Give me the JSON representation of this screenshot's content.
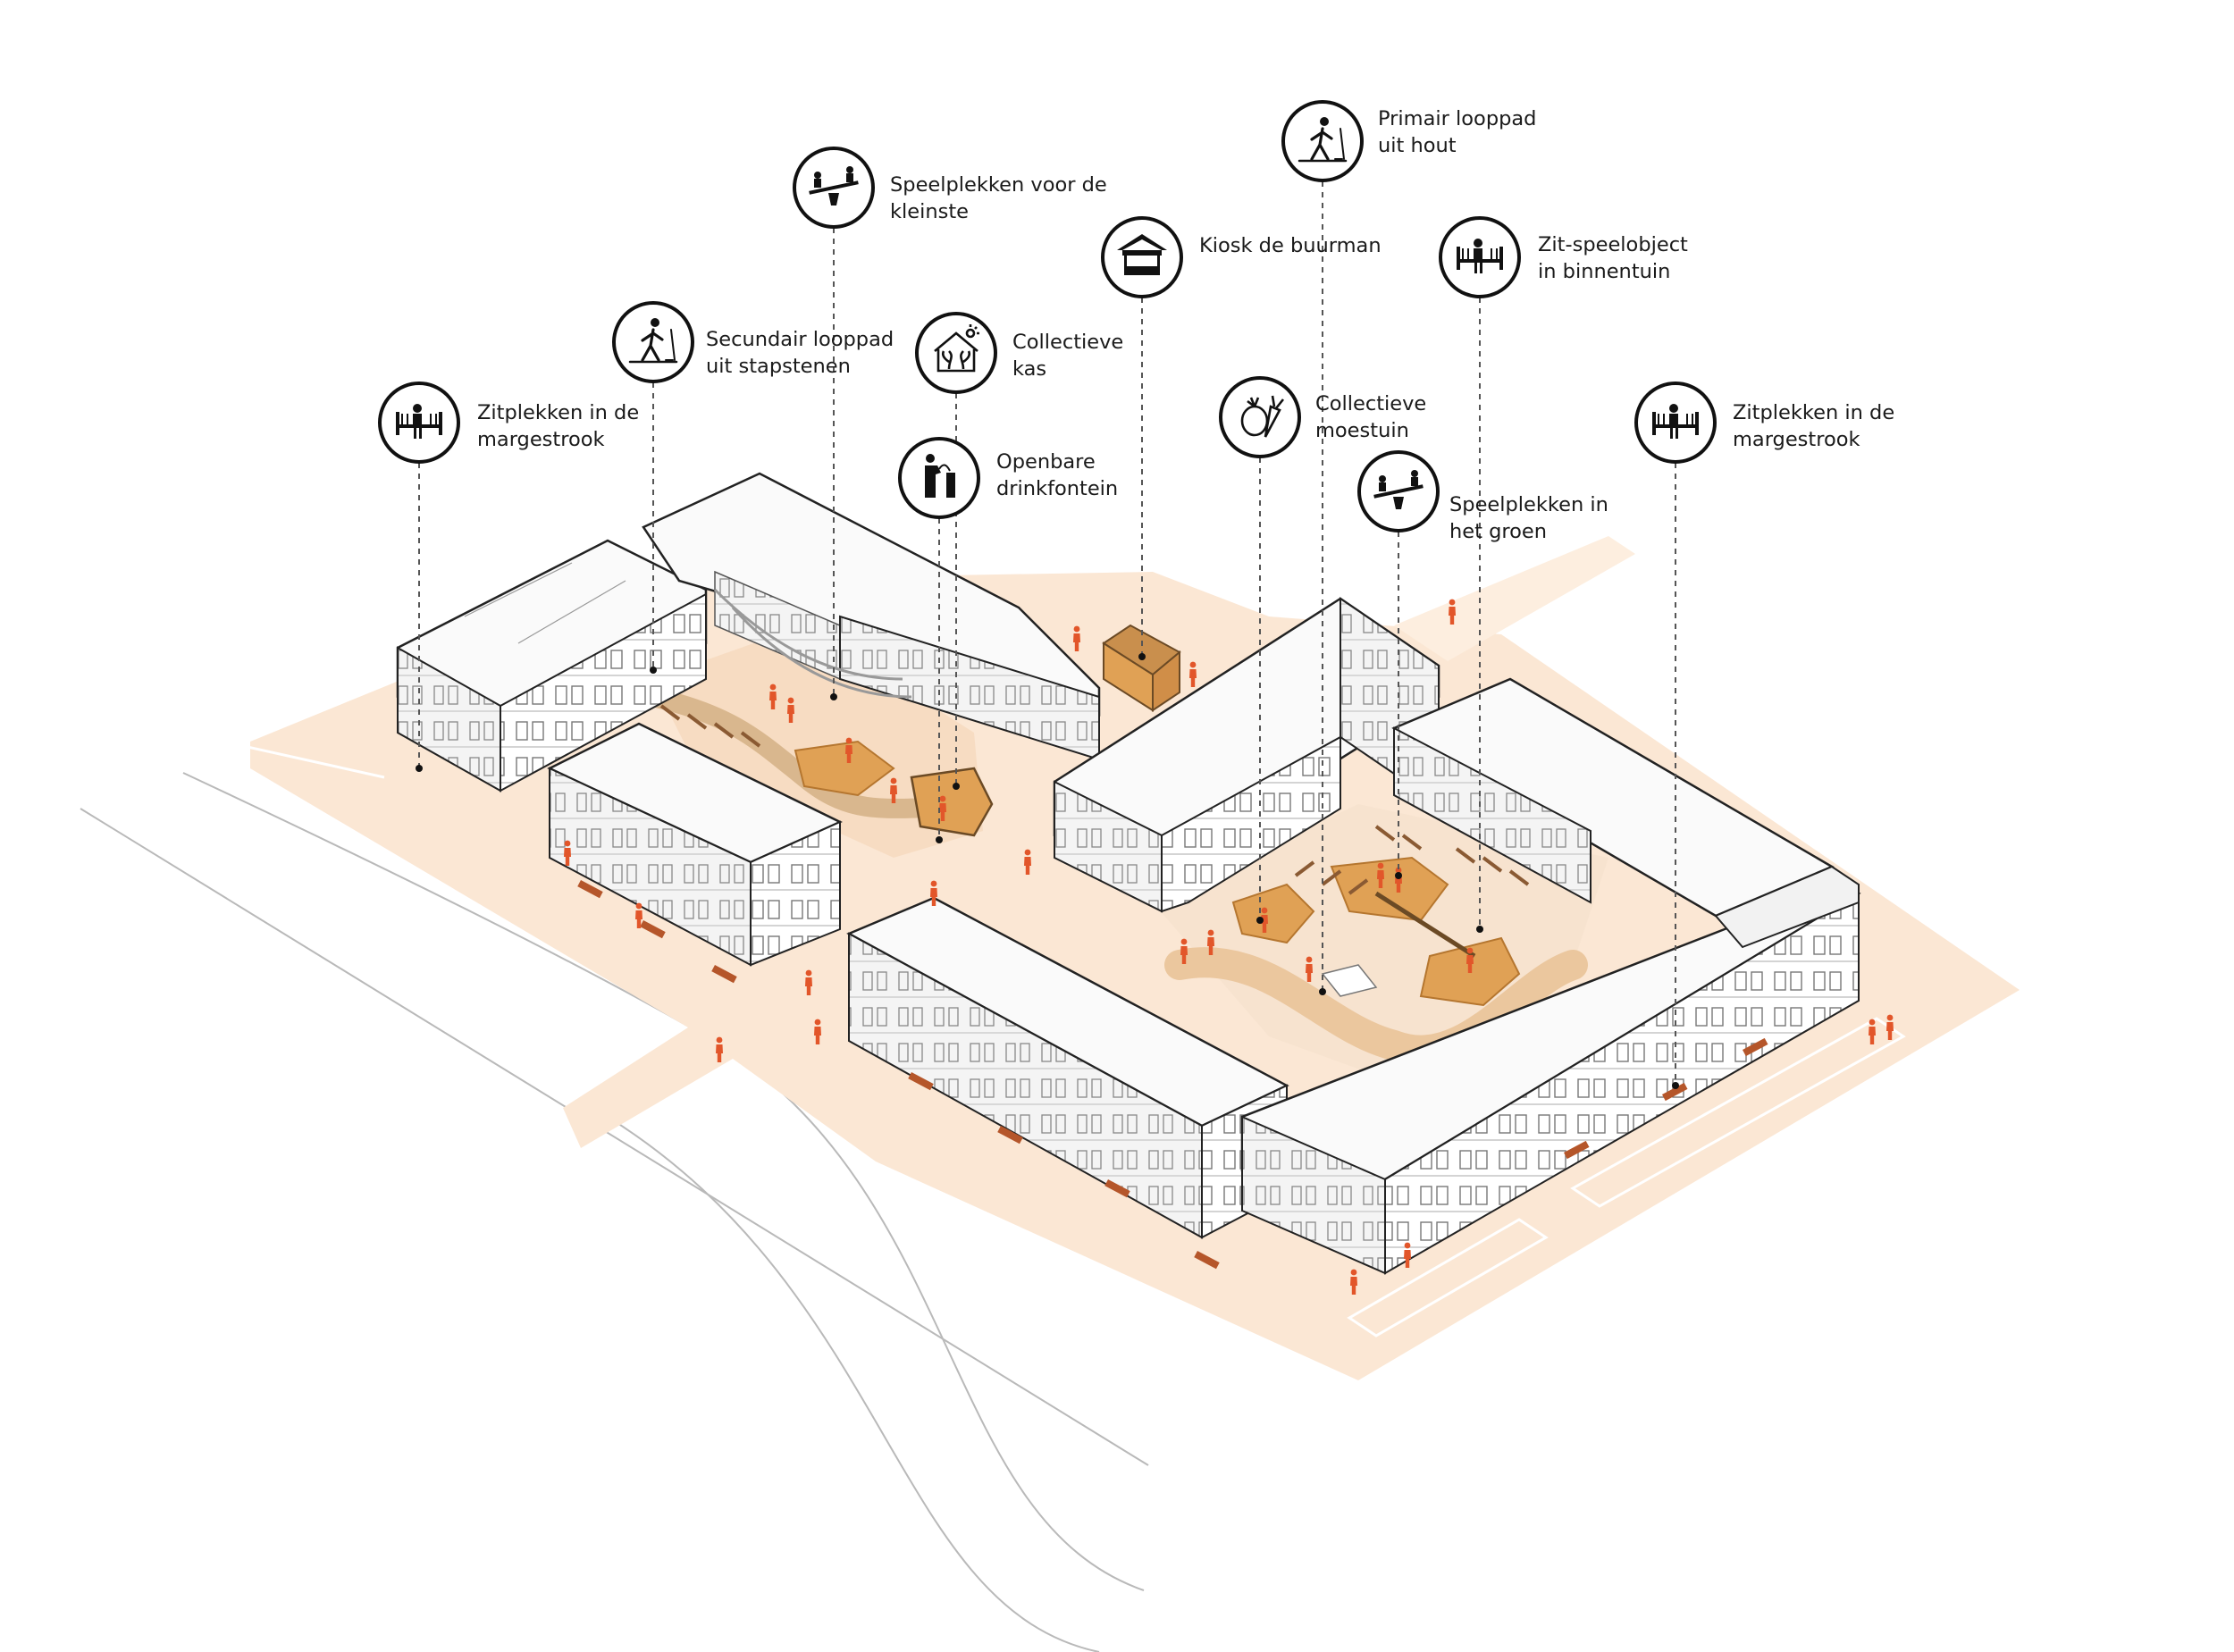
{
  "accent_color": "#e2562a",
  "ground_color": "#f9e3cf",
  "feature_color": "#e0a155",
  "callouts": [
    {
      "id": "zitplekken-left",
      "icon": "bench-person-icon",
      "lines": [
        "Zitplekken in de",
        "margestrook"
      ]
    },
    {
      "id": "secundair-looppad",
      "icon": "walker-icon",
      "lines": [
        "Secundair looppad",
        "uit stapstenen"
      ]
    },
    {
      "id": "speelplekken-kleinste",
      "icon": "seesaw-icon",
      "lines": [
        "Speelplekken voor de",
        "kleinste"
      ]
    },
    {
      "id": "collectieve-kas",
      "icon": "greenhouse-icon",
      "lines": [
        "Collectieve",
        "kas"
      ]
    },
    {
      "id": "openbare-drinkfontein",
      "icon": "drinking-fountain-icon",
      "lines": [
        "Openbare",
        "drinkfontein"
      ]
    },
    {
      "id": "kiosk",
      "icon": "kiosk-icon",
      "lines": [
        "Kiosk de buurman"
      ]
    },
    {
      "id": "collectieve-moestuin",
      "icon": "vegetables-icon",
      "lines": [
        "Collectieve",
        "moestuin"
      ]
    },
    {
      "id": "primair-looppad",
      "icon": "walker-icon",
      "lines": [
        "Primair looppad",
        "uit hout"
      ]
    },
    {
      "id": "speelplekken-groen",
      "icon": "seesaw-icon",
      "lines": [
        "Speelplekken in",
        "het groen"
      ]
    },
    {
      "id": "zit-speelobject",
      "icon": "bench-person-icon",
      "lines": [
        "Zit-speelobject",
        "in binnentuin"
      ]
    },
    {
      "id": "zitplekken-right",
      "icon": "bench-person-icon",
      "lines": [
        "Zitplekken in de",
        "margestrook"
      ]
    }
  ]
}
